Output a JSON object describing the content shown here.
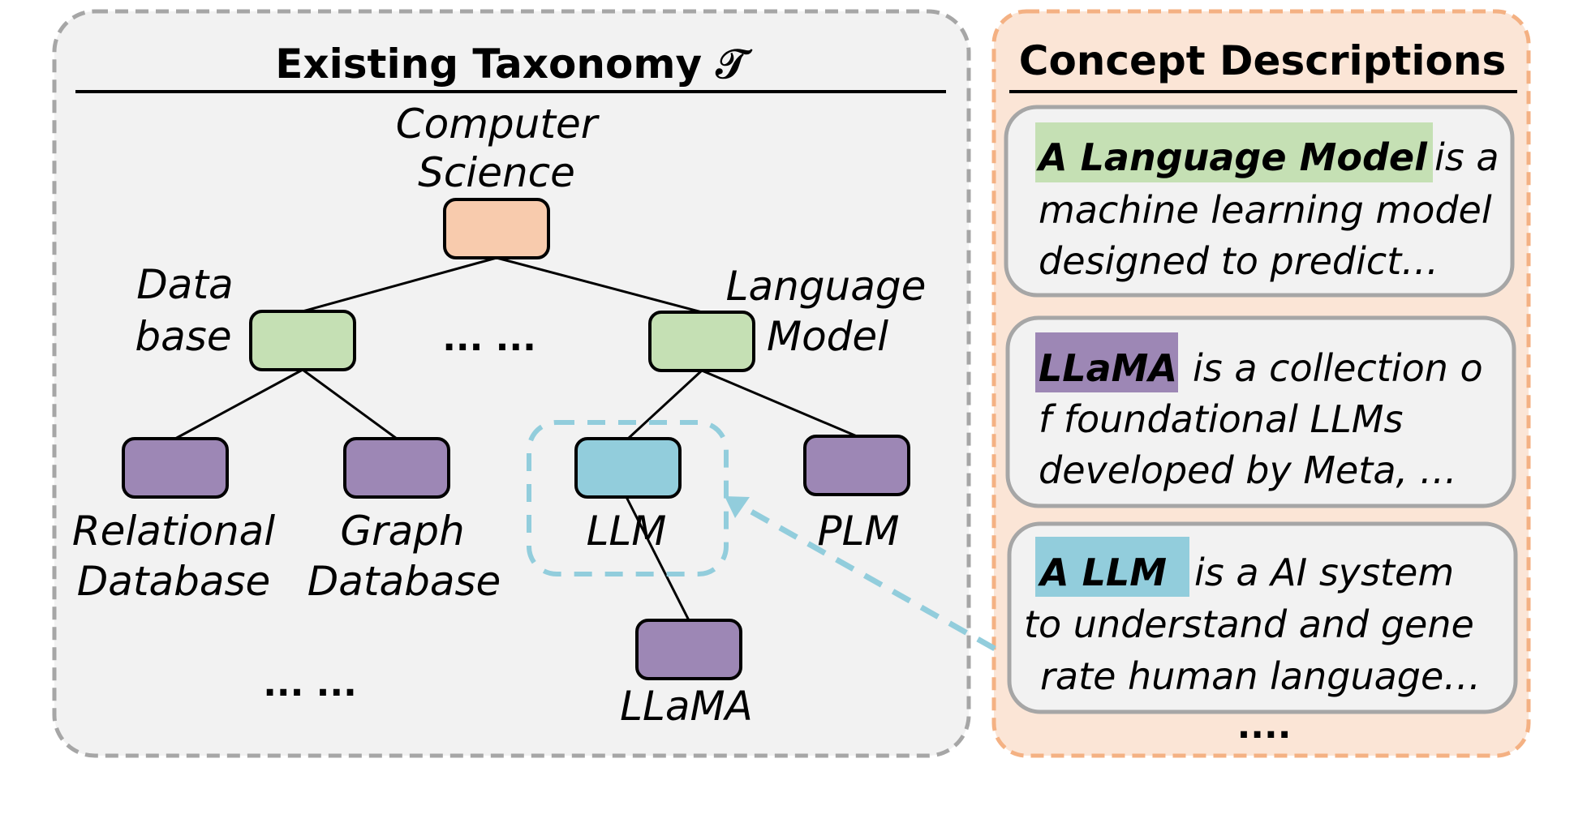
{
  "left_panel": {
    "title": "Existing Taxonomy 𝒯",
    "border_color": "#a6a6a6",
    "background": "#f2f2f2",
    "nodes": [
      {
        "id": "root",
        "label_lines": [
          "Computer",
          "Science"
        ],
        "color": "#f8cbad"
      },
      {
        "id": "database",
        "label_lines": [
          "Data",
          "base"
        ],
        "color": "#c5e0b4"
      },
      {
        "id": "language-model",
        "label_lines": [
          "Language",
          "Model"
        ],
        "color": "#c5e0b4"
      },
      {
        "id": "relational-database",
        "label_lines": [
          "Relational",
          "Database"
        ],
        "color": "#9d87b5"
      },
      {
        "id": "graph-database",
        "label_lines": [
          "Graph",
          "Database"
        ],
        "color": "#9d87b5"
      },
      {
        "id": "llm",
        "label_lines": [
          "LLM"
        ],
        "color": "#92cddc"
      },
      {
        "id": "plm",
        "label_lines": [
          "PLM"
        ],
        "color": "#9d87b5"
      },
      {
        "id": "llama",
        "label_lines": [
          "LLaMA"
        ],
        "color": "#9d87b5"
      }
    ],
    "edges": [
      [
        "root",
        "database"
      ],
      [
        "root",
        "language-model"
      ],
      [
        "database",
        "relational-database"
      ],
      [
        "database",
        "graph-database"
      ],
      [
        "language-model",
        "llm"
      ],
      [
        "language-model",
        "plm"
      ],
      [
        "llm",
        "llama"
      ]
    ],
    "ellipsis_middle": "... ...",
    "ellipsis_bottom": "... ...",
    "highlight_color": "#92cddc"
  },
  "right_panel": {
    "title": "Concept Descriptions",
    "border_color": "#f4b183",
    "background": "#fbe5d6",
    "cards": [
      {
        "term": "A Language Model",
        "term_color": "#c5e0b4",
        "lines": [
          "is a",
          "machine learning model",
          "designed to predict…"
        ]
      },
      {
        "term": "LLaMA",
        "term_color": "#9d87b5",
        "lines": [
          "is a collection o",
          "f foundational LLMs",
          "developed by Meta, …"
        ]
      },
      {
        "term": "A LLM",
        "term_color": "#92cddc",
        "lines": [
          "is a AI system",
          "to understand and gene",
          "rate human language…"
        ]
      }
    ],
    "more": "...."
  },
  "arrow": {
    "from": "card-llm",
    "to": "llm",
    "color": "#92cddc"
  }
}
